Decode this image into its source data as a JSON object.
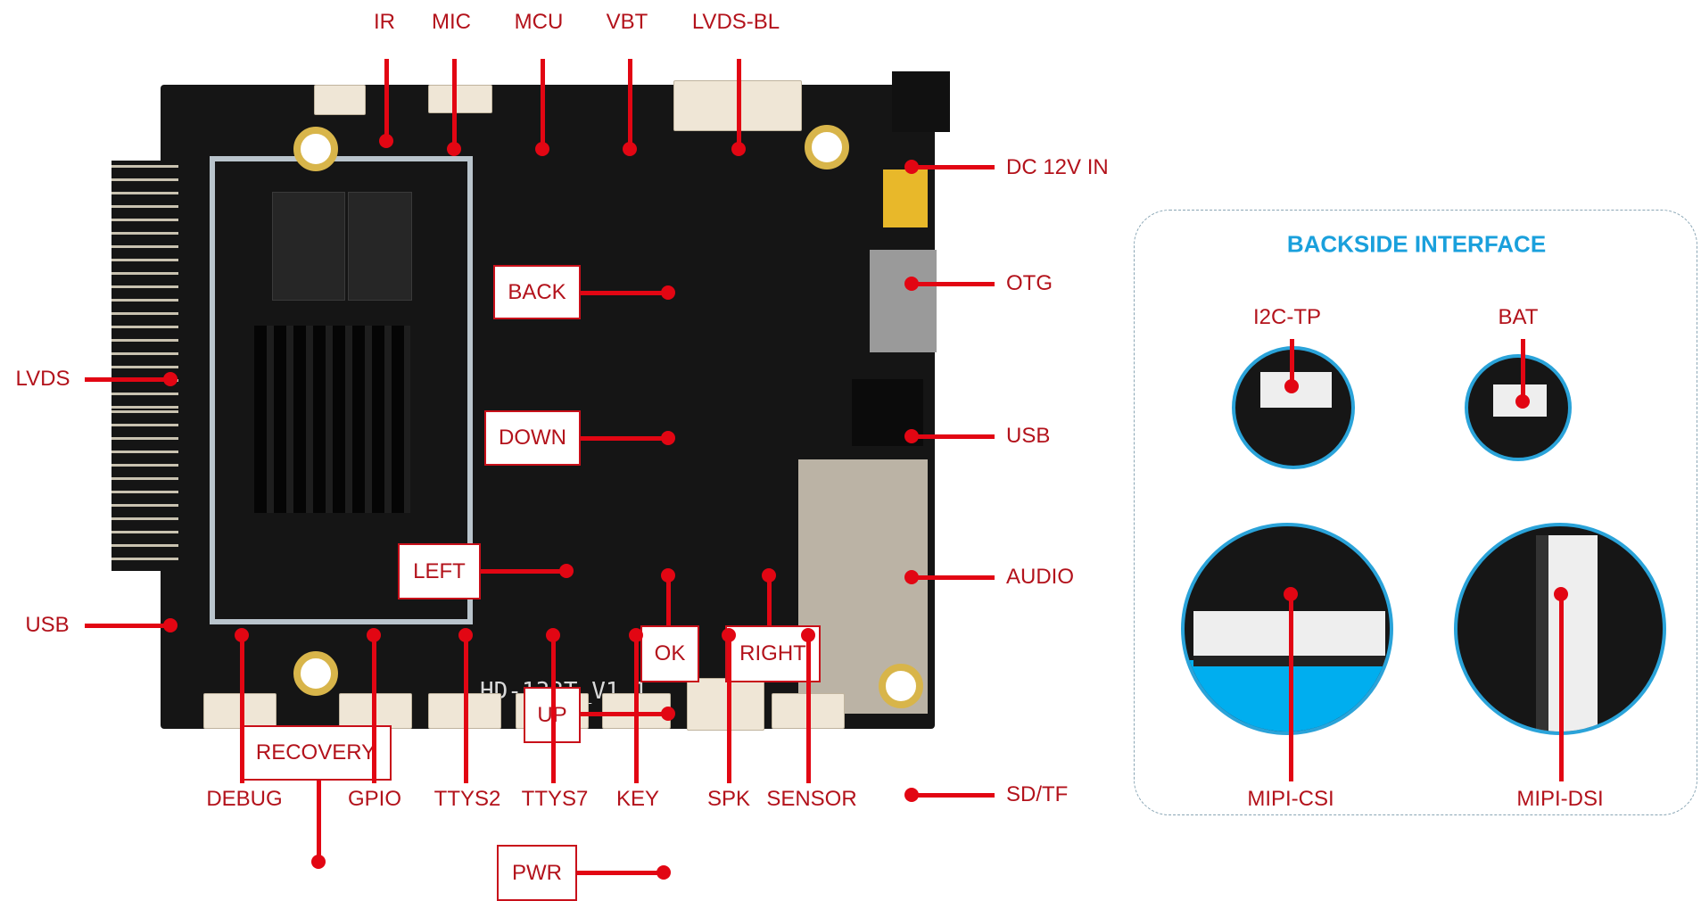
{
  "board": {
    "silkscreen": "HD-133T_V1.1"
  },
  "top_labels": [
    "IR",
    "MIC",
    "MCU",
    "VBT",
    "LVDS-BL"
  ],
  "right_labels": [
    "DC 12V IN",
    "OTG",
    "USB",
    "AUDIO",
    "SD/TF"
  ],
  "left_labels": [
    "LVDS",
    "USB"
  ],
  "bottom_labels": [
    "DEBUG",
    "GPIO",
    "TTYS2",
    "TTYS7",
    "KEY",
    "SPK",
    "SENSOR"
  ],
  "buttons": {
    "back": "BACK",
    "down": "DOWN",
    "left": "LEFT",
    "ok": "OK",
    "right": "RIGHT",
    "up": "UP",
    "recovery": "RECOVERY",
    "pwr": "PWR"
  },
  "backside": {
    "title": "BACKSIDE INTERFACE",
    "items": [
      "I2C-TP",
      "BAT",
      "MIPI-CSI",
      "MIPI-DSI"
    ]
  },
  "colors": {
    "label": "#b3121b",
    "line": "#e20613",
    "title": "#1aa0dc",
    "pcb": "#151515"
  }
}
